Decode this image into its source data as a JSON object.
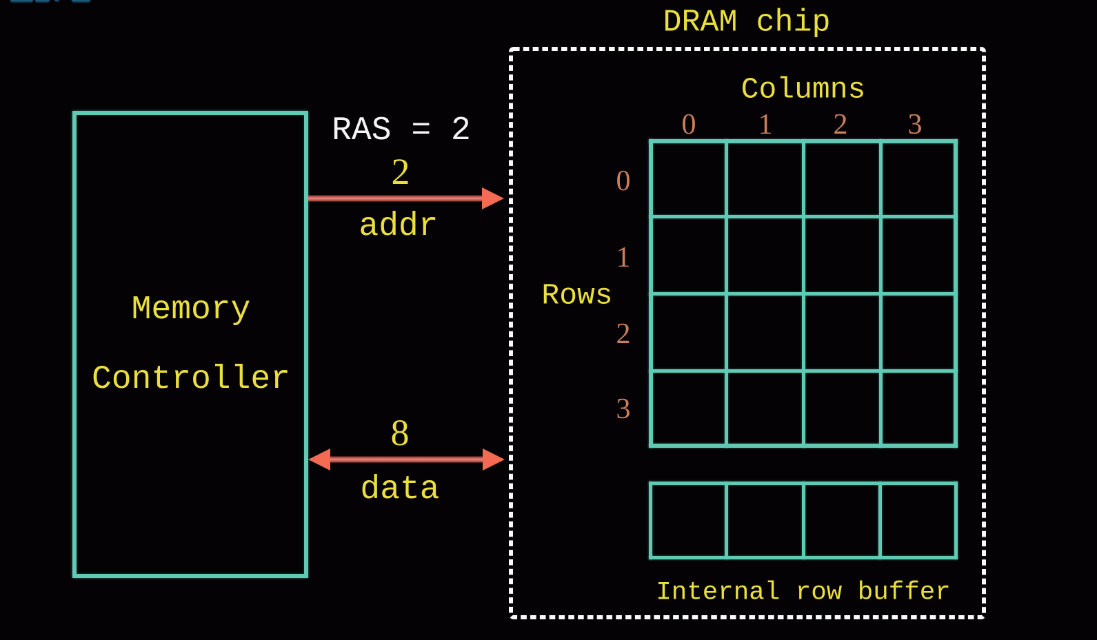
{
  "scene": {
    "memory_controller": {
      "line1": "Memory",
      "line2": "Controller"
    },
    "ras_annotation": "RAS = 2",
    "addr_bus": {
      "width_value": "2",
      "label": "addr"
    },
    "data_bus": {
      "width_value": "8",
      "label": "data"
    },
    "dram_chip": {
      "title": "DRAM chip",
      "columns_label": "Columns",
      "rows_label": "Rows",
      "column_indices": [
        "0",
        "1",
        "2",
        "3"
      ],
      "row_indices": [
        "0",
        "1",
        "2",
        "3"
      ],
      "array_grid": {
        "rows": 4,
        "cols": 4
      },
      "row_buffer": {
        "label": "Internal row buffer",
        "cells": 4
      }
    },
    "colors": {
      "background": "#040204",
      "box_teal": "#5fcbb5",
      "label_yellow": "#eadf3c",
      "annotation_white": "#f5f3f5",
      "index_tan": "#ca7f5c",
      "arrow_body_red": "#c44a40",
      "arrow_head_salmon": "#f56a53",
      "dashed_border_white": "#fbfbfb",
      "top_left_marks_blue": "#2a77a2"
    }
  }
}
